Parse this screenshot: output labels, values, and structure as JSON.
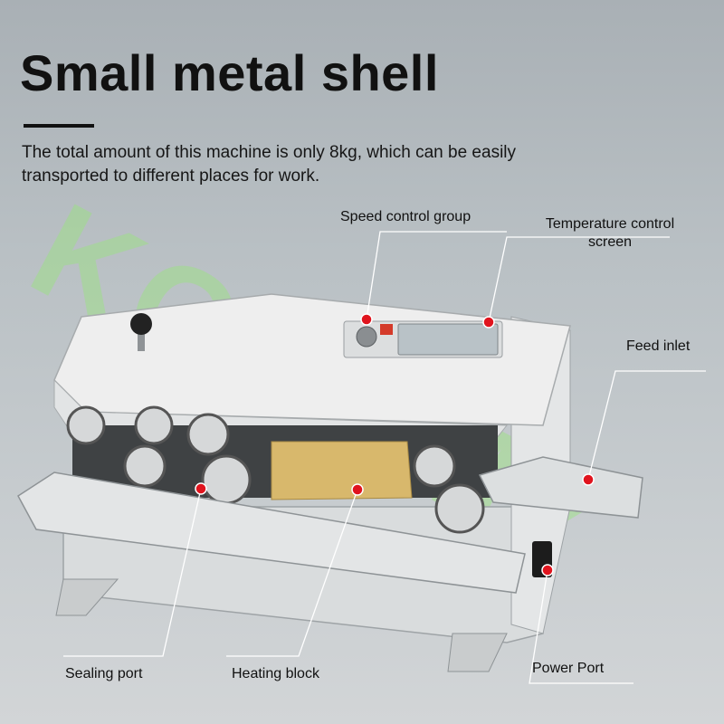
{
  "heading": "Small metal shell",
  "description": "The total amount of this machine is only 8kg, which can be easily transported to different places for work.",
  "watermark": "KOTUMY",
  "callouts": {
    "speed_control": "Speed control group",
    "temperature_control_line1": "Temperature control",
    "temperature_control_line2": "screen",
    "feed_inlet": "Feed inlet",
    "sealing_port": "Sealing port",
    "heating_block": "Heating block",
    "power_port": "Power Port"
  },
  "colors": {
    "marker": "#e0141e",
    "heading": "#111111",
    "watermark": "#96e678"
  }
}
